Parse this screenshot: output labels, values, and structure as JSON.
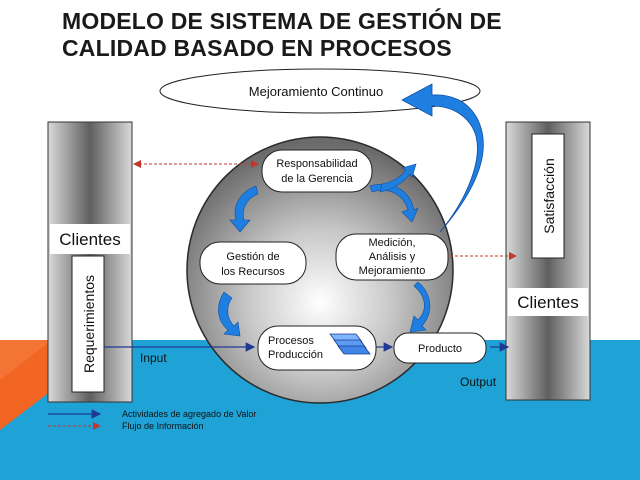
{
  "title": {
    "line1": "MODELO DE SISTEMA DE GESTIÓN DE",
    "line2": "CALIDAD BASADO EN PROCESOS"
  },
  "nodes": {
    "mejoramiento": "Mejoramiento Continuo",
    "responsabilidad": [
      "Responsabilidad",
      "de la Gerencia"
    ],
    "recursos": [
      "Gestión de",
      "los Recursos"
    ],
    "medicion": [
      "Medición,",
      "Análisis y",
      "Mejoramiento"
    ],
    "procesos": [
      "Procesos",
      "Producción"
    ],
    "producto": "Producto"
  },
  "sides": {
    "clientes_left": "Clientes",
    "requerimientos": "Requerimientos",
    "clientes_right": "Clientes",
    "satisfaccion": "Satisfacción"
  },
  "flow_labels": {
    "input": "Input",
    "output": "Output"
  },
  "legend": [
    {
      "label": "Actividades de agregado de Valor",
      "color": "#1f3a93",
      "style": "solid"
    },
    {
      "label": "Flujo de Información",
      "color": "#c0392b",
      "style": "dashed"
    }
  ],
  "colors": {
    "arrow_blue": "#1f7fe0",
    "value_line": "#1f3a93",
    "info_line": "#c0392b",
    "background_blue": "#1fa3d6",
    "background_orange": "#f26522"
  }
}
